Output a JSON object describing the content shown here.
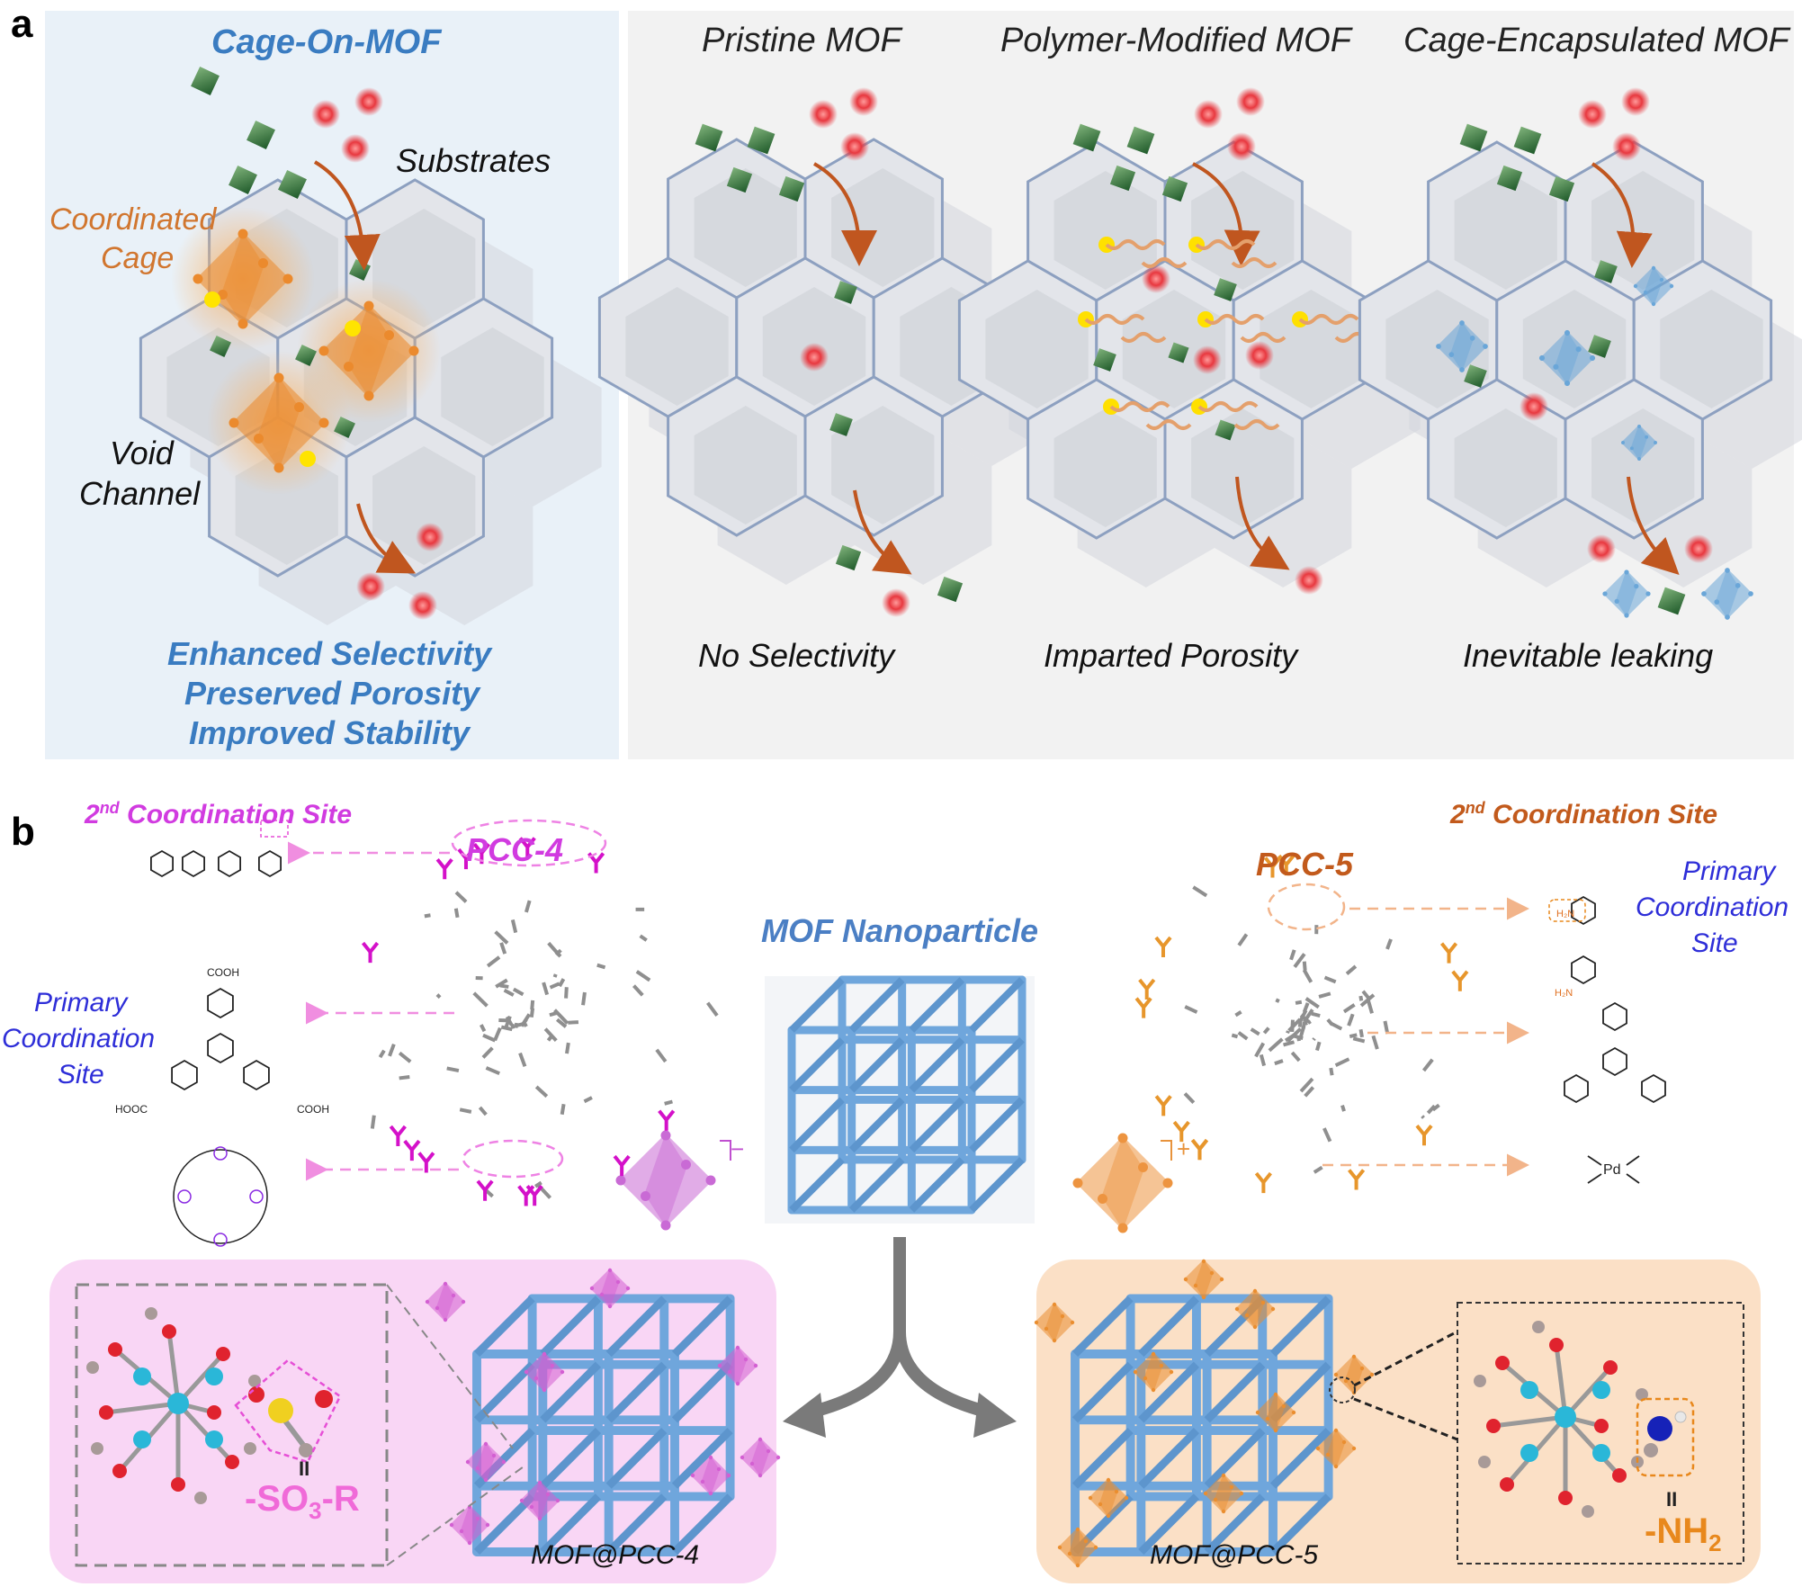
{
  "panel_a": {
    "letter": "a",
    "left_panel": {
      "title": "Cage-On-MOF",
      "label_substrates": "Substrates",
      "label_coordinated_cage": [
        "Coordinated",
        "Cage"
      ],
      "label_void_channel": [
        "Void",
        "Channel"
      ],
      "summary": [
        "Enhanced Selectivity",
        "Preserved Porosity",
        "Improved Stability"
      ]
    },
    "columns": [
      {
        "title": "Pristine MOF",
        "caption": "No Selectivity"
      },
      {
        "title": "Polymer-Modified MOF",
        "caption": "Imparted Porosity"
      },
      {
        "title": "Cage-Encapsulated MOF",
        "caption": "Inevitable leaking"
      }
    ]
  },
  "panel_b": {
    "letter": "b",
    "left": {
      "second_site": "Coordination Site",
      "second_site_prefix": "2",
      "second_site_sup": "nd",
      "cage_name": "PCC-4",
      "primary_site": [
        "Primary",
        "Coordination",
        "Site"
      ],
      "charge": "−",
      "composite": "MOF@PCC-4",
      "group_label": "-SO",
      "group_sub": "3",
      "group_suffix": "-R",
      "equals": "II",
      "chem_cooh_top": "COOH",
      "chem_hooc": "HOOC",
      "chem_cooh_right": "COOH"
    },
    "center": {
      "title": "MOF Nanoparticle"
    },
    "right": {
      "second_site": "Coordination Site",
      "second_site_prefix": "2",
      "second_site_sup": "nd",
      "cage_name": "PCC-5",
      "primary_site": [
        "Primary",
        "Coordination",
        "Site"
      ],
      "charge": "+",
      "composite": "MOF@PCC-5",
      "group_label": "-NH",
      "group_sub": "2",
      "equals": "II",
      "chem_pd": "Pd",
      "chem_h2n_top": "H₂N",
      "chem_h2n_bottom": "H₂N"
    },
    "colors": {
      "pcc4": "#d54fd8",
      "pcc5": "#e8933c",
      "mof": "#6fa6dc",
      "arrow_gray": "#7a7a7a"
    }
  }
}
